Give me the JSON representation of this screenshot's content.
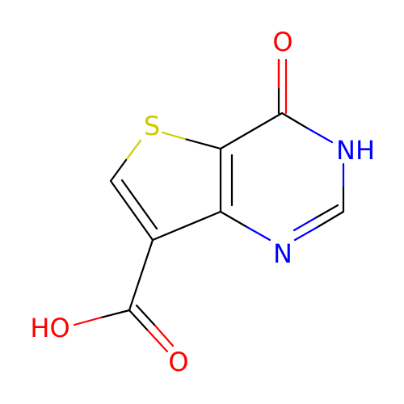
{
  "molecule": {
    "atoms": {
      "o_ketone": {
        "label": "O",
        "color": "#ff0000"
      },
      "n_h": {
        "label": "NH",
        "color": "#0000ff"
      },
      "s": {
        "label": "S",
        "color": "#cccc00"
      },
      "n_ring": {
        "label": "N",
        "color": "#0000ff"
      },
      "o_hydroxyl": {
        "label": "HO",
        "color": "#ff0000"
      },
      "o_carbonyl": {
        "label": "O",
        "color": "#ff0000"
      }
    },
    "colors": {
      "carbon_bond": "#000000",
      "nitrogen": "#0000ff",
      "oxygen": "#ff0000",
      "sulfur": "#cccc00"
    }
  }
}
